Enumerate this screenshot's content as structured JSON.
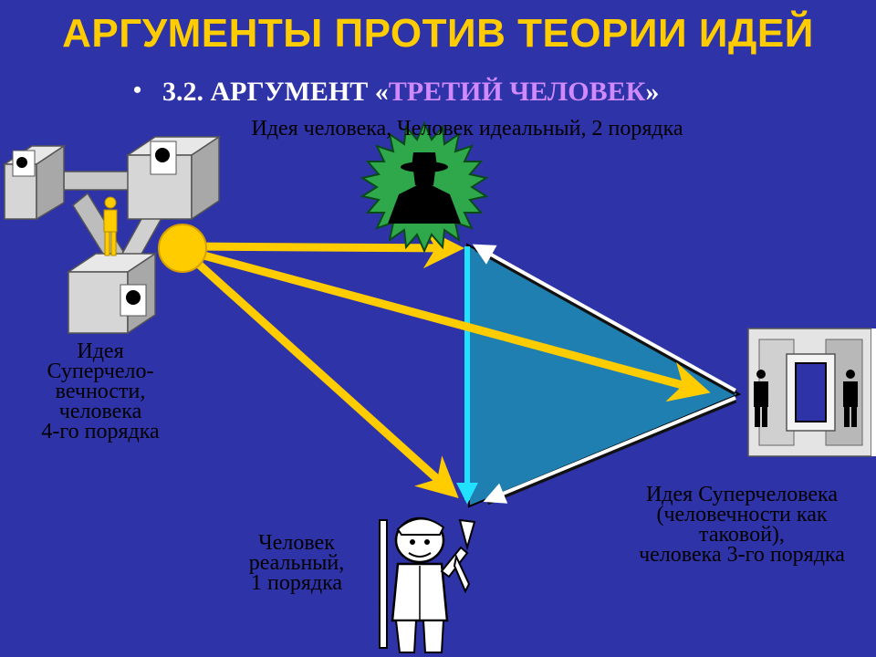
{
  "slide": {
    "title": "АРГУМЕНТЫ ПРОТИВ ТЕОРИИ ИДЕЙ",
    "subtitle_prefix": "3.2. АРГУМЕНТ «",
    "subtitle_accent": "ТРЕТИЙ ЧЕЛОВЕК",
    "subtitle_suffix": "»",
    "bullet": "•"
  },
  "labels": {
    "top": "Идея человека, Человек идеальный, 2 порядка",
    "left": [
      "Идея",
      "Суперчело-",
      "вечности,",
      "человека",
      "4-го порядка"
    ],
    "bottom": [
      "Человек",
      "реальный,",
      "1 порядка"
    ],
    "right": [
      "Идея Суперчеловека",
      "(человечности как",
      "таковой),",
      "человека 3-го порядка"
    ]
  },
  "icons": {
    "top_node": "spy-silhouette-icon",
    "left_node": "impossible-cube-triangle-icon",
    "right_node": "businessmen-frame-icon",
    "bottom_node": "hunter-cartoon-icon"
  },
  "colors": {
    "background": "#2f33a8",
    "title": "#ffcc00",
    "subtitle_accent": "#d089ff",
    "arrows": "#ffcc00",
    "triangle_fill": "#1e7fb0",
    "triangle_edge_cyan": "#22e0ff",
    "label_text": "#000000",
    "burst": "#2ea84a"
  }
}
